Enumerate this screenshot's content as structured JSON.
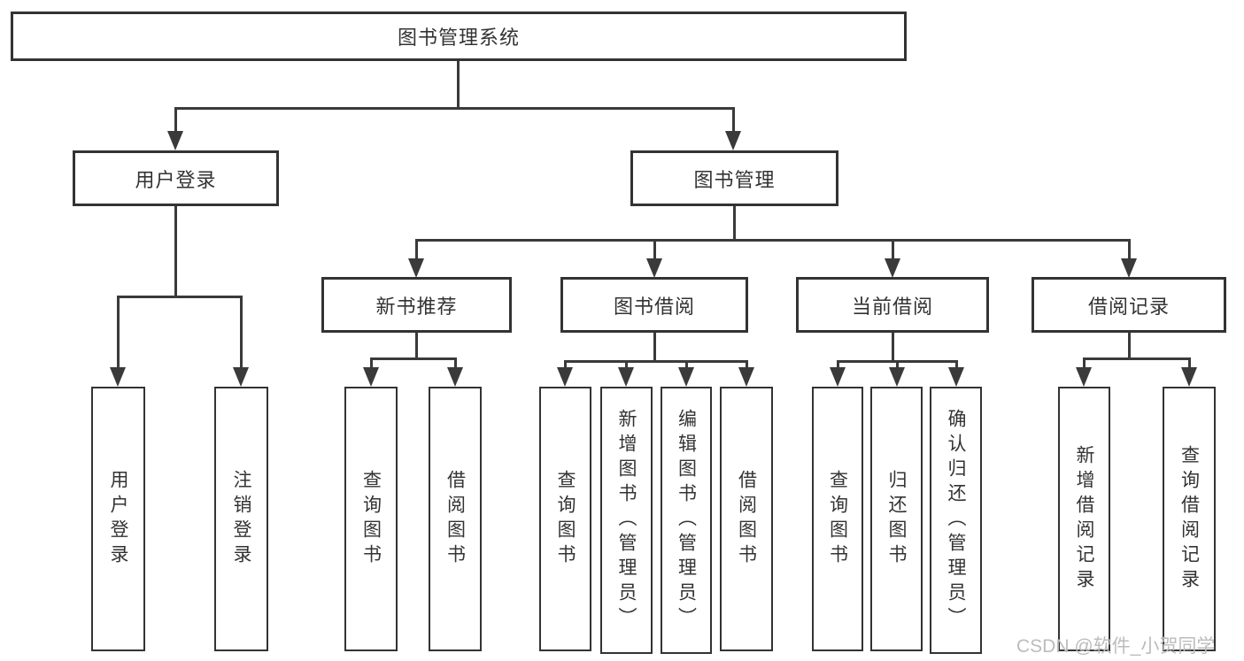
{
  "diagram": {
    "title": "图书管理系统",
    "root": {
      "label": "图书管理系统"
    },
    "branches": [
      {
        "label": "用户登录",
        "children": [
          {
            "label": "用户登录"
          },
          {
            "label": "注销登录"
          }
        ]
      },
      {
        "label": "图书管理",
        "children": [
          {
            "label": "新书推荐",
            "children": [
              {
                "label": "查询图书"
              },
              {
                "label": "借阅图书"
              }
            ]
          },
          {
            "label": "图书借阅",
            "children": [
              {
                "label": "查询图书"
              },
              {
                "label": "新增图书（管理员）"
              },
              {
                "label": "编辑图书（管理员）"
              },
              {
                "label": "借阅图书"
              }
            ]
          },
          {
            "label": "当前借阅",
            "children": [
              {
                "label": "查询图书"
              },
              {
                "label": "归还图书"
              },
              {
                "label": "确认归还（管理员）"
              }
            ]
          },
          {
            "label": "借阅记录",
            "children": [
              {
                "label": "新增借阅记录"
              },
              {
                "label": "查询借阅记录"
              }
            ]
          }
        ]
      }
    ]
  },
  "watermark": {
    "text": "CSDN @软件_小贺同学"
  },
  "colors": {
    "line": "#3a3a3a",
    "box_border": "#333333",
    "text": "#333333",
    "watermark": "#bcbcbc",
    "background": "#ffffff"
  }
}
